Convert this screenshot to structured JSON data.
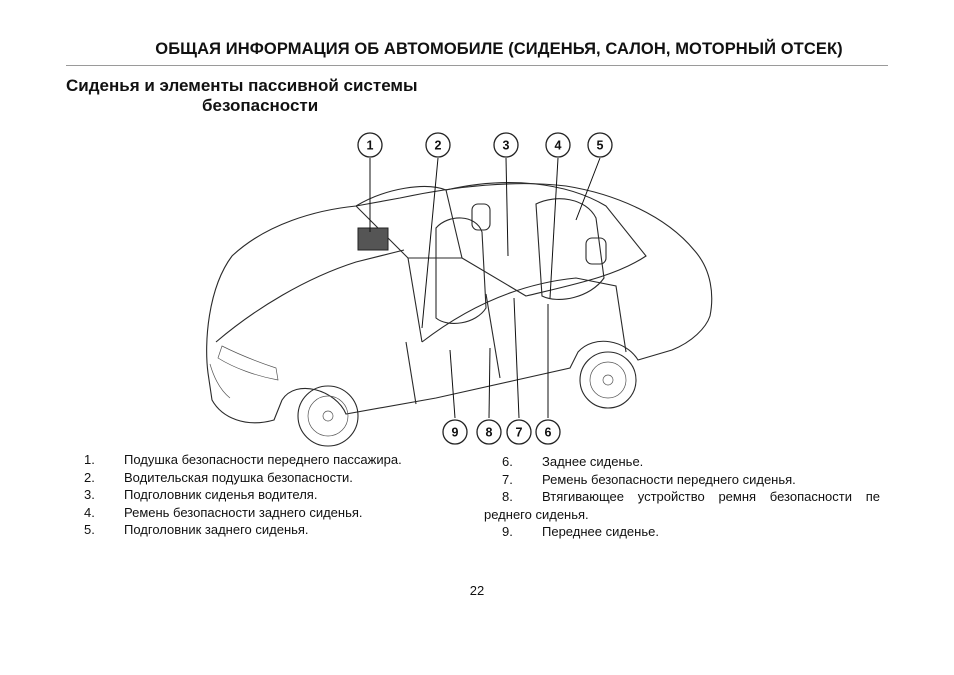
{
  "header": {
    "title": "ОБЩАЯ ИНФОРМАЦИЯ ОБ АВТОМОБИЛЕ (СИДЕНЬЯ, САЛОН, МОТОРНЫЙ ОТСЕК)"
  },
  "section": {
    "title_line1": "Сиденья и элементы пассивной системы",
    "title_line2": "безопасности"
  },
  "figure": {
    "top_callouts": [
      "1",
      "2",
      "3",
      "4",
      "5"
    ],
    "bottom_callouts": [
      "9",
      "8",
      "7",
      "6"
    ]
  },
  "legend_left": [
    {
      "num": "1.",
      "text": "Подушка безопасности переднего пассажира."
    },
    {
      "num": "2.",
      "text": "Водительская подушка безопасности."
    },
    {
      "num": "3.",
      "text": "Подголовник сиденья водителя."
    },
    {
      "num": "4.",
      "text": "Ремень безопасности заднего сиденья."
    },
    {
      "num": "5.",
      "text": "Подголовник заднего сиденья."
    }
  ],
  "legend_right": [
    {
      "num": "6.",
      "text": "Заднее сиденье."
    },
    {
      "num": "7.",
      "text": "Ремень безопасности переднего сиденья."
    },
    {
      "num": "8.",
      "text": "Втягивающее устройство ремня безопасности пе",
      "cont": "реднего сиденья."
    },
    {
      "num": "9.",
      "text": "Переднее сиденье."
    }
  ],
  "page_number": "22"
}
